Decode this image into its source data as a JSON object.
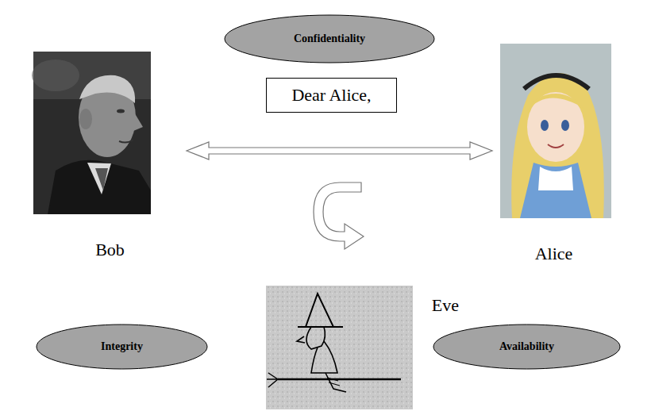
{
  "diagram": {
    "nodes": [
      {
        "text": [
          "Confidentiality"
        ]
      },
      {
        "text": [
          "Dear Alice,"
        ]
      },
      {
        "text": [
          "Bob"
        ]
      },
      {
        "text": [
          "Alice"
        ]
      },
      {
        "text": [
          "Eve"
        ]
      },
      {
        "text": [
          "Integrity"
        ]
      },
      {
        "text": [
          "Availability"
        ]
      }
    ],
    "edges": [
      {
        "from": 2,
        "to": 3,
        "arrow": "both"
      }
    ]
  }
}
